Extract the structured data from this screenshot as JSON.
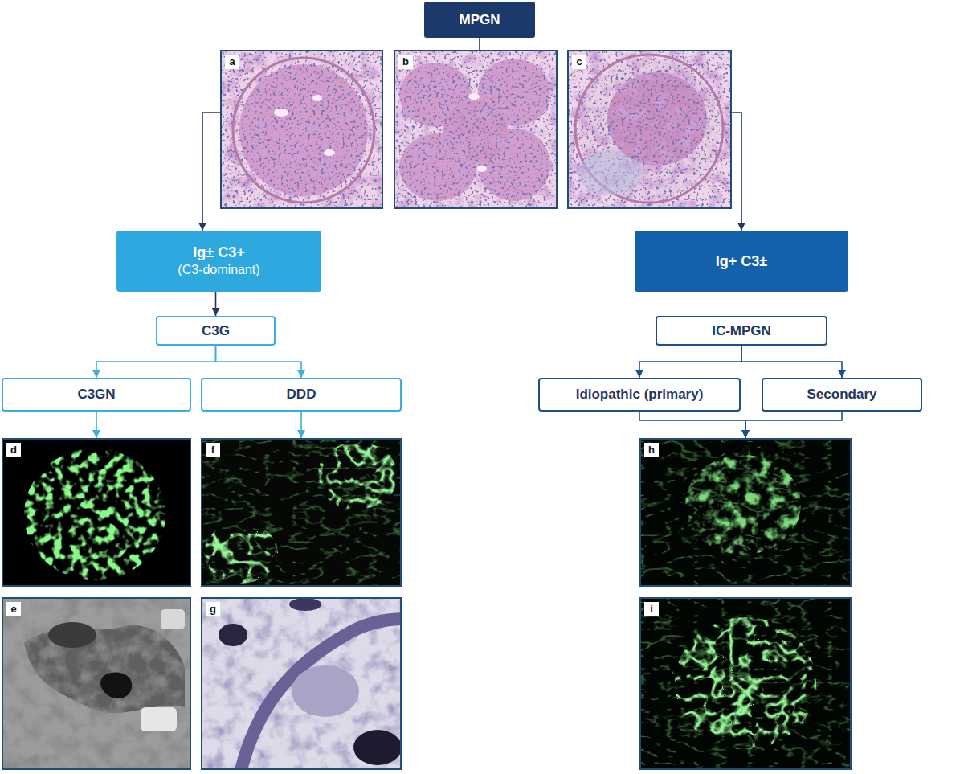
{
  "diagram": {
    "nodes": [
      {
        "text": [
          "MPGN"
        ]
      },
      {
        "text": [
          "a"
        ]
      },
      {
        "text": [
          "b"
        ]
      },
      {
        "text": [
          "c"
        ]
      },
      {
        "text": [
          "Ig± C3+",
          "(C3-dominant)"
        ]
      },
      {
        "text": [
          "Ig+ C3±"
        ]
      },
      {
        "text": [
          "C3G"
        ]
      },
      {
        "text": [
          "IC-MPGN"
        ]
      },
      {
        "text": [
          "C3GN"
        ]
      },
      {
        "text": [
          "DDD"
        ]
      },
      {
        "text": [
          "Idiopathic (primary)"
        ]
      },
      {
        "text": [
          "Secondary"
        ]
      },
      {
        "text": [
          "d"
        ]
      },
      {
        "text": [
          "f"
        ]
      },
      {
        "text": [
          "h"
        ]
      },
      {
        "text": [
          "e"
        ]
      },
      {
        "text": [
          "g"
        ]
      },
      {
        "text": [
          "i"
        ]
      }
    ],
    "edges": [
      {
        "from": 0,
        "to": 2,
        "arrow": "none"
      },
      {
        "from": 1,
        "to": 4,
        "arrow": "to"
      },
      {
        "from": 3,
        "to": 5,
        "arrow": "to"
      },
      {
        "from": 4,
        "to": 6,
        "arrow": "to"
      },
      {
        "from": 6,
        "to": 8,
        "arrow": "to"
      },
      {
        "from": 6,
        "to": 9,
        "arrow": "to"
      },
      {
        "from": 7,
        "to": 10,
        "arrow": "to"
      },
      {
        "from": 7,
        "to": 11,
        "arrow": "to"
      },
      {
        "from": 8,
        "to": 12,
        "arrow": "to"
      },
      {
        "from": 9,
        "to": 13,
        "arrow": "to"
      },
      {
        "from": 10,
        "to": 14,
        "arrow": "to"
      },
      {
        "from": 11,
        "to": 14,
        "arrow": "to"
      }
    ]
  }
}
